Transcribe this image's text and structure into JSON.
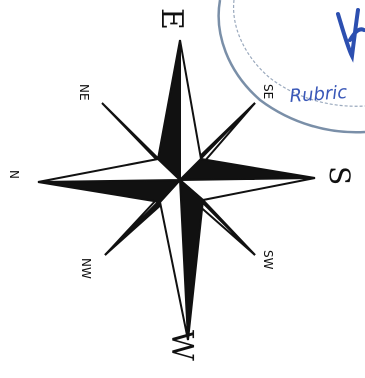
{
  "compass": {
    "labels": {
      "east": "E",
      "south": "S",
      "west": "W",
      "north": "N",
      "northeast": "NE",
      "northwest": "NW",
      "southeast": "SE",
      "southwest": "SW"
    },
    "ink_color": "#111111",
    "paper_color": "#ffffff"
  },
  "stamp": {
    "text": "Rubric",
    "ink_color": "#3a58b8",
    "signature_color": "#2c4fb0"
  }
}
